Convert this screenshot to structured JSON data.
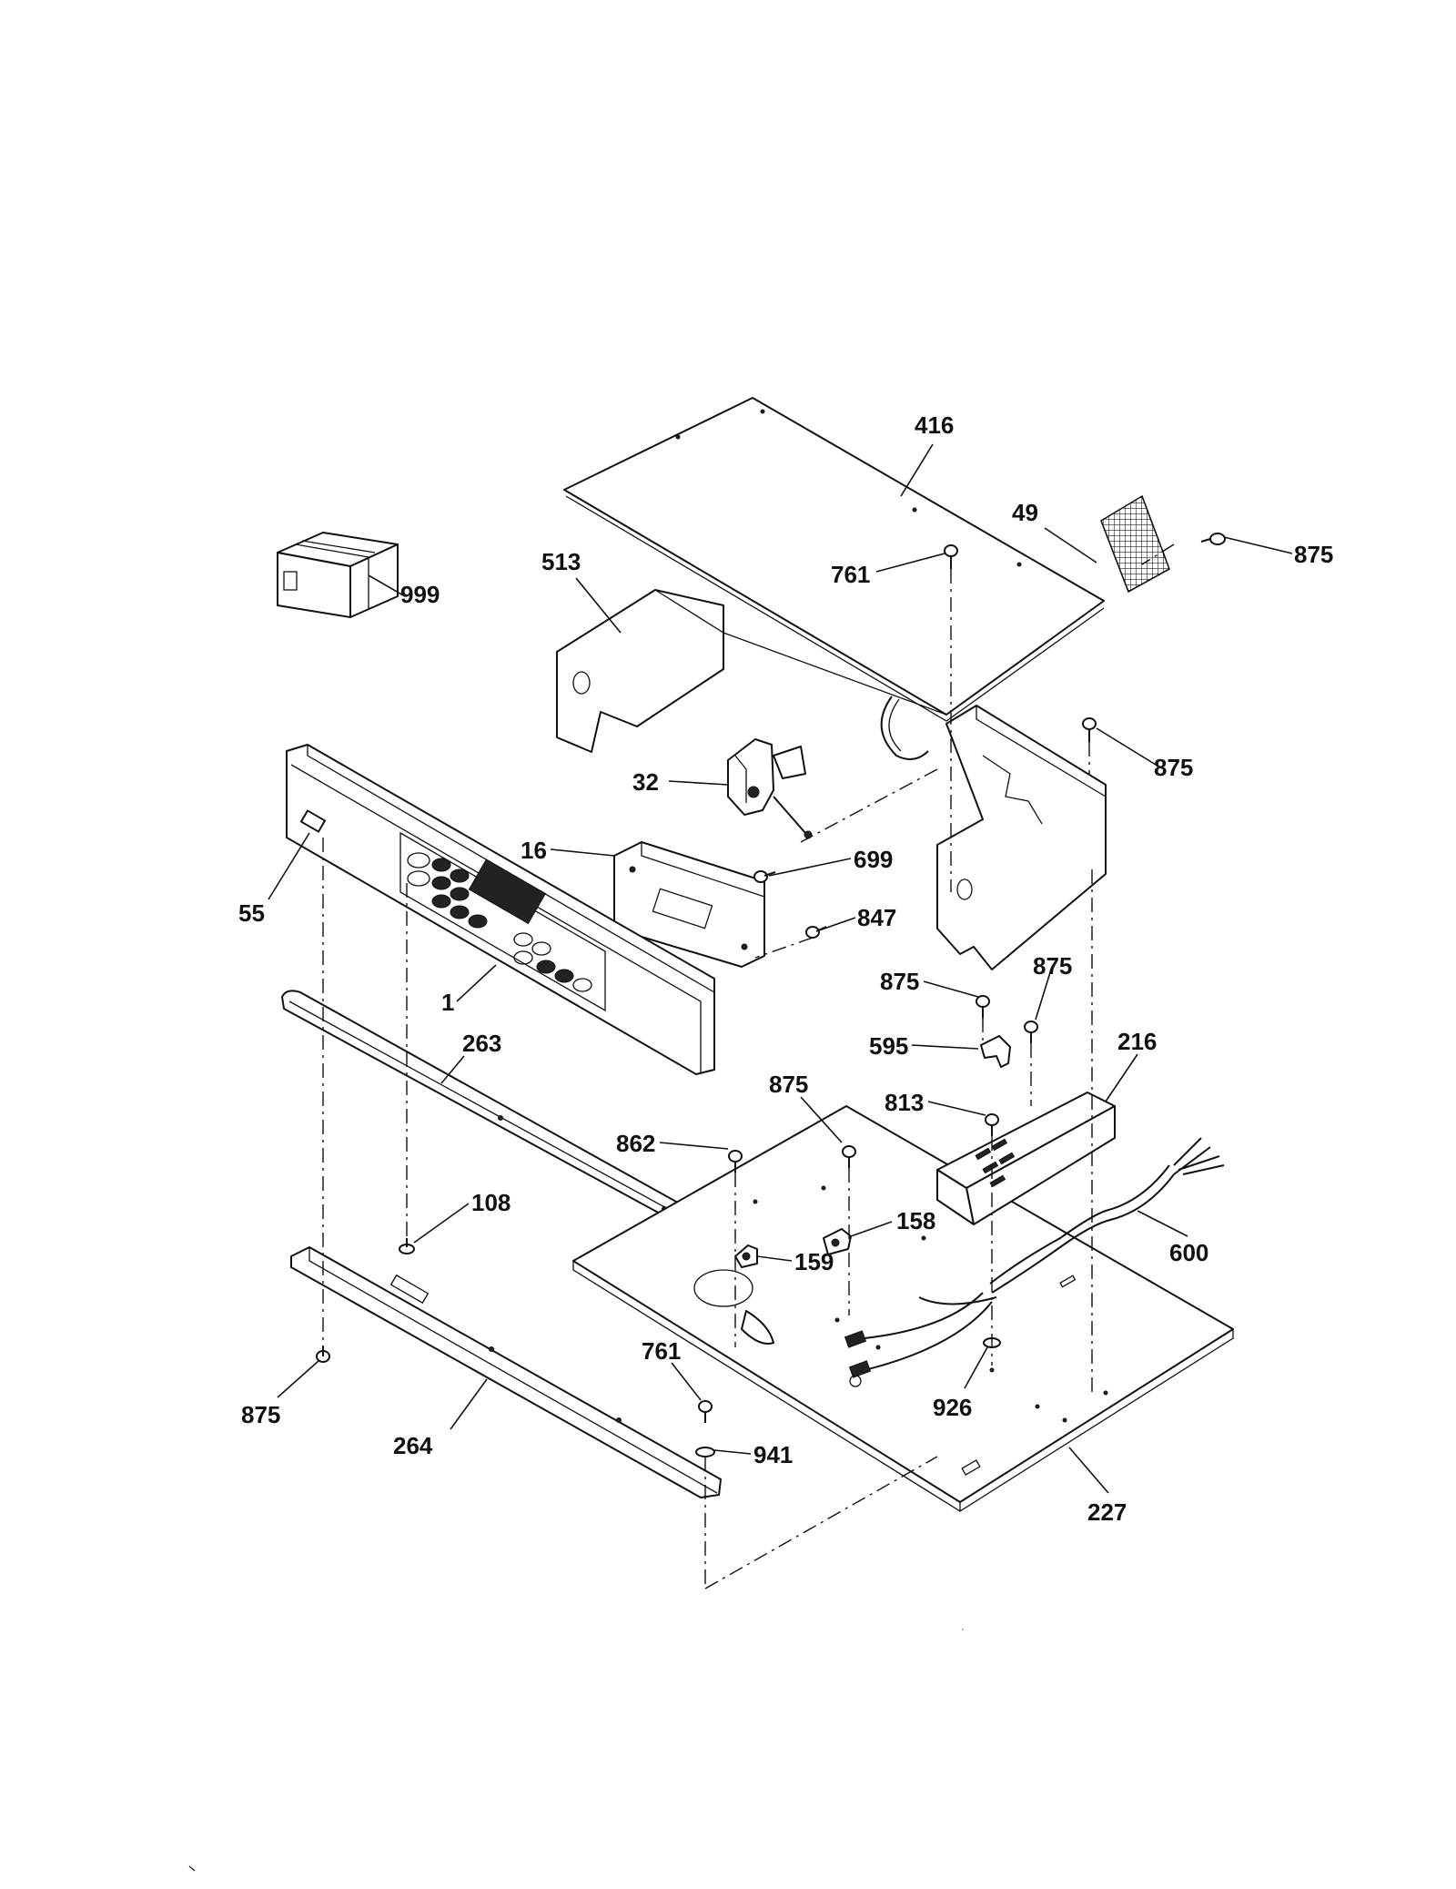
{
  "callouts": [
    {
      "id": "c416",
      "text": "416"
    },
    {
      "id": "c49",
      "text": "49"
    },
    {
      "id": "c875a",
      "text": "875"
    },
    {
      "id": "c761a",
      "text": "761"
    },
    {
      "id": "c513",
      "text": "513"
    },
    {
      "id": "c999",
      "text": "999"
    },
    {
      "id": "c875b",
      "text": "875"
    },
    {
      "id": "c32",
      "text": "32"
    },
    {
      "id": "c699",
      "text": "699"
    },
    {
      "id": "c16",
      "text": "16"
    },
    {
      "id": "c847",
      "text": "847"
    },
    {
      "id": "c55",
      "text": "55"
    },
    {
      "id": "c1",
      "text": "1"
    },
    {
      "id": "c875c",
      "text": "875"
    },
    {
      "id": "c875d",
      "text": "875"
    },
    {
      "id": "c263",
      "text": "263"
    },
    {
      "id": "c595",
      "text": "595"
    },
    {
      "id": "c216",
      "text": "216"
    },
    {
      "id": "c875e",
      "text": "875"
    },
    {
      "id": "c813",
      "text": "813"
    },
    {
      "id": "c862",
      "text": "862"
    },
    {
      "id": "c108",
      "text": "108"
    },
    {
      "id": "c158",
      "text": "158"
    },
    {
      "id": "c600",
      "text": "600"
    },
    {
      "id": "c159",
      "text": "159"
    },
    {
      "id": "c761b",
      "text": "761"
    },
    {
      "id": "c875f",
      "text": "875"
    },
    {
      "id": "c926",
      "text": "926"
    },
    {
      "id": "c264",
      "text": "264"
    },
    {
      "id": "c941",
      "text": "941"
    },
    {
      "id": "c227",
      "text": "227"
    }
  ]
}
